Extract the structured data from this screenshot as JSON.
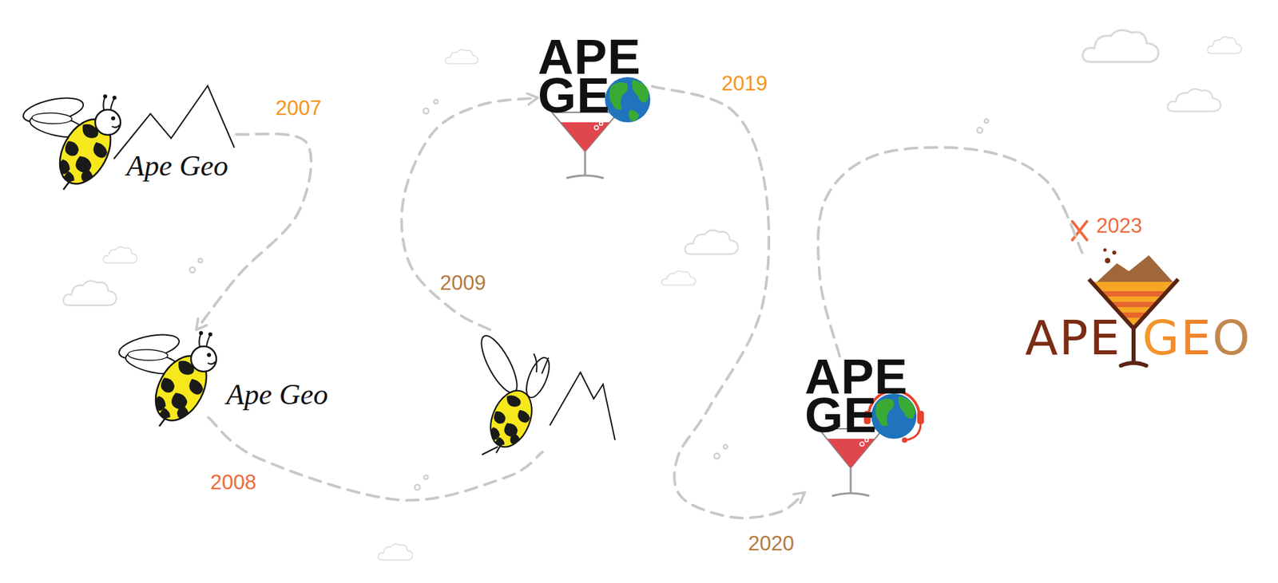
{
  "diagram": {
    "nodes": [
      {
        "text": [
          "Ape Geo",
          "2007"
        ]
      },
      {
        "text": [
          "Ape Geo",
          "2008"
        ]
      },
      {
        "text": [
          "2009"
        ]
      },
      {
        "text": [
          "APE GE",
          "2019"
        ]
      },
      {
        "text": [
          "APE GE",
          "2020"
        ]
      },
      {
        "text": [
          "APE",
          "GEO",
          "2023"
        ]
      }
    ],
    "edges": [
      {
        "from": 0,
        "to": 1,
        "arrow": "to"
      },
      {
        "from": 1,
        "to": 2,
        "arrow": "none"
      },
      {
        "from": 2,
        "to": 3,
        "arrow": "to"
      },
      {
        "from": 3,
        "to": 4,
        "arrow": "to"
      },
      {
        "from": 4,
        "to": 5,
        "arrow": "none"
      }
    ]
  }
}
